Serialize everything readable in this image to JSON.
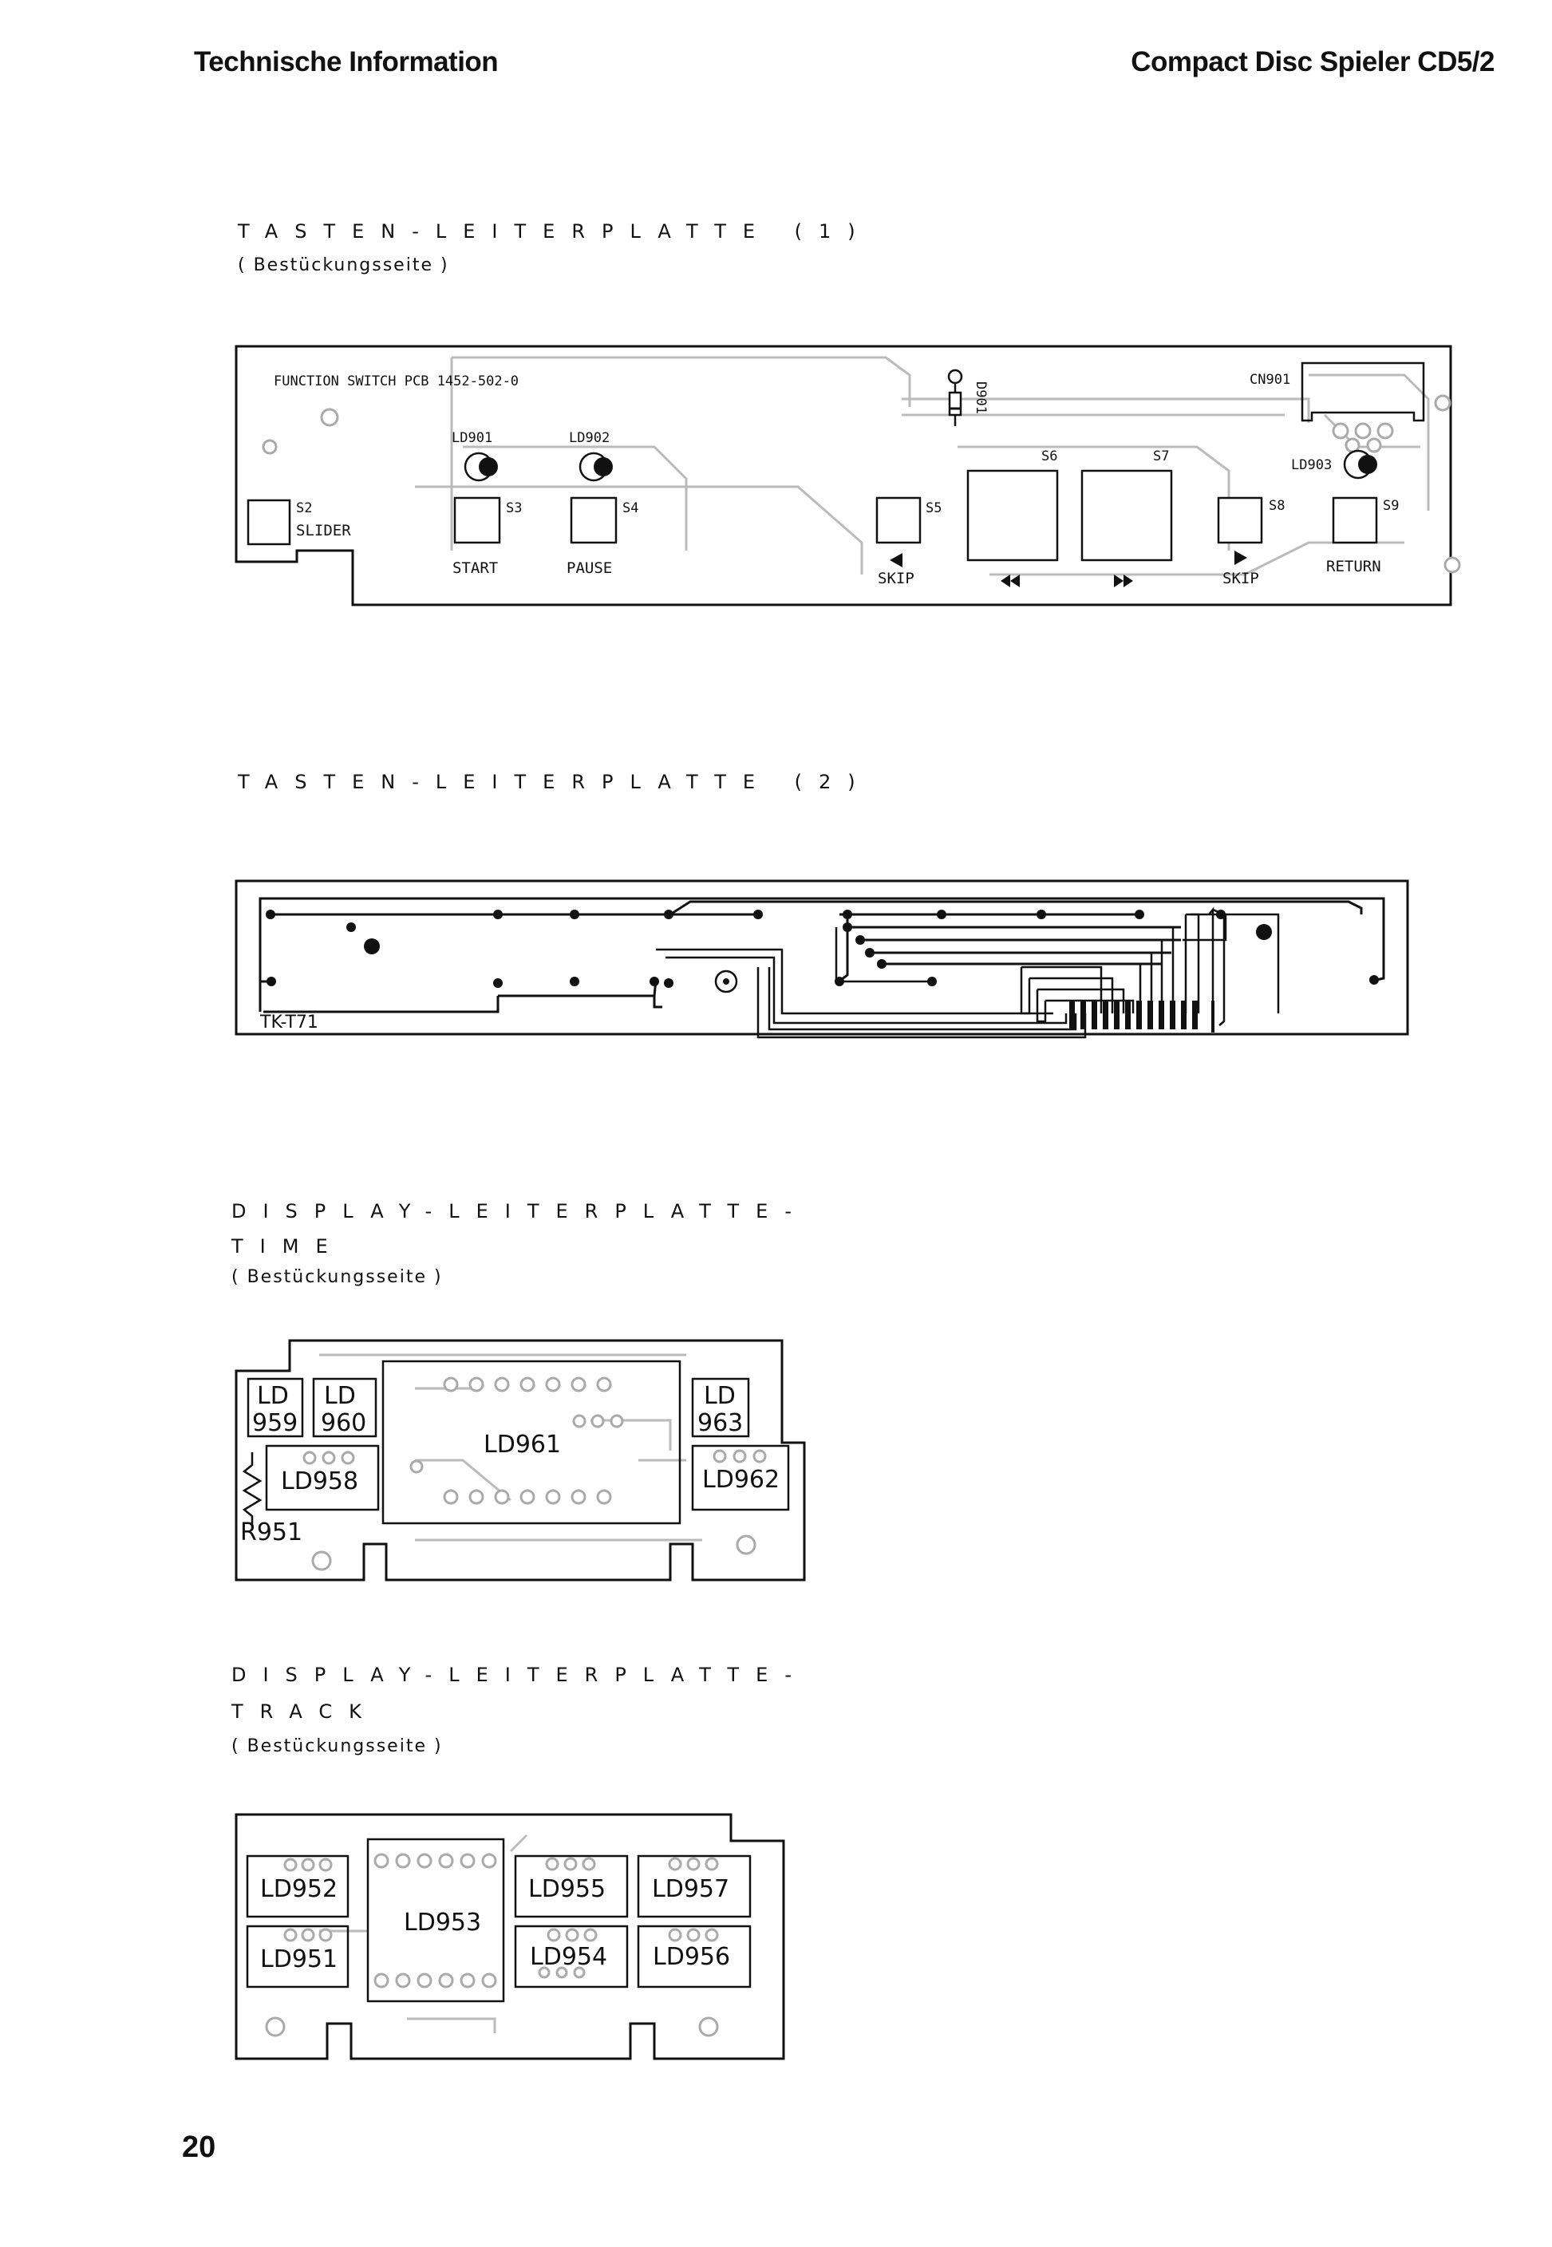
{
  "header": {
    "left": "Technische Information",
    "right": "Compact Disc Spieler CD5/2"
  },
  "page_number": "20",
  "sections": {
    "board1": {
      "title": "TASTEN-LEITERPLATTE (1)",
      "subtitle": "( Bestückungsseite )",
      "pcb_label": "FUNCTION  SWITCH  PCB  1452-502-0",
      "labels": {
        "ld901": "LD901",
        "ld902": "LD902",
        "ld903": "LD903",
        "d901": "D901",
        "cn901": "CN901",
        "s2": "S2",
        "slider": "SLIDER",
        "s3": "S3",
        "start": "START",
        "s4": "S4",
        "pause": "PAUSE",
        "s5": "S5",
        "skip_back": "SKIP",
        "s6": "S6",
        "s7": "S7",
        "s8": "S8",
        "skip_fwd": "SKIP",
        "s9": "S9",
        "return": "RETURN"
      }
    },
    "board2": {
      "title": "TASTEN-LEITERPLATTE (2)",
      "label": "TK-T71"
    },
    "board3": {
      "title_line1": "DISPLAY-LEITERPLATTE-",
      "title_line2": "TIME",
      "subtitle": "( Bestückungsseite )",
      "labels": {
        "ld959a": "LD",
        "ld959b": "959",
        "ld960a": "LD",
        "ld960b": "960",
        "ld961": "LD961",
        "ld963a": "LD",
        "ld963b": "963",
        "ld958": "LD958",
        "ld962": "LD962",
        "r951": "R951"
      }
    },
    "board4": {
      "title_line1": "DISPLAY-LEITERPLATTE-",
      "title_line2": "TRACK",
      "subtitle": "( Bestückungsseite )",
      "labels": {
        "ld952": "LD952",
        "ld951": "LD951",
        "ld953": "LD953",
        "ld955": "LD955",
        "ld954": "LD954",
        "ld957": "LD957",
        "ld956": "LD956"
      }
    }
  }
}
